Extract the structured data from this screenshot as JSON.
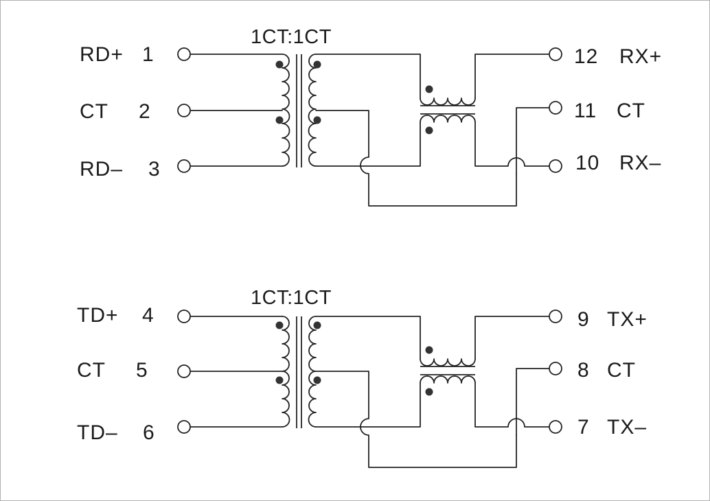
{
  "circuits": [
    {
      "ratio": "1CT:1CT",
      "left_pins": [
        {
          "name": "RD+",
          "num": "1"
        },
        {
          "name": "CT",
          "num": "2"
        },
        {
          "name": "RD–",
          "num": "3"
        }
      ],
      "right_pins": [
        {
          "num": "12",
          "name": "RX+"
        },
        {
          "num": "11",
          "name": "CT"
        },
        {
          "num": "10",
          "name": "RX–"
        }
      ]
    },
    {
      "ratio": "1CT:1CT",
      "left_pins": [
        {
          "name": "TD+",
          "num": "4"
        },
        {
          "name": "CT",
          "num": "5"
        },
        {
          "name": "TD–",
          "num": "6"
        }
      ],
      "right_pins": [
        {
          "num": "9",
          "name": "TX+"
        },
        {
          "num": "8",
          "name": "CT"
        },
        {
          "num": "7",
          "name": "TX–"
        }
      ]
    }
  ]
}
